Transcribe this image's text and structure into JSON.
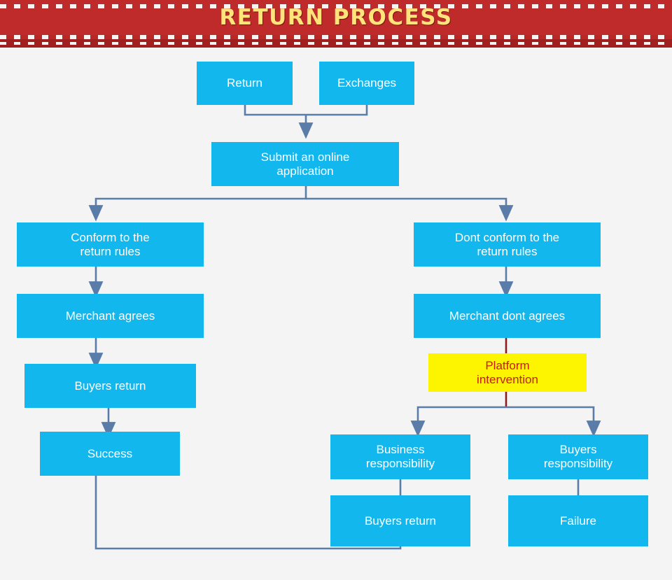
{
  "header": {
    "title": "RETURN PROCESS",
    "background_color": "#bf2b2a",
    "title_color": "#ffe47a"
  },
  "diagram": {
    "type": "flowchart",
    "node_color": "#11b7ed",
    "node_text_color": "#ffffff",
    "highlight_color": "#fdf500",
    "highlight_text_color": "#c81b1b",
    "connector_color": "#5a7ca8",
    "nodes": [
      {
        "id": "return",
        "label": "Return"
      },
      {
        "id": "exchanges",
        "label": "Exchanges"
      },
      {
        "id": "submit",
        "label": "Submit an online\napplication"
      },
      {
        "id": "conform",
        "label": "Conform to the\nreturn rules"
      },
      {
        "id": "dont-conform",
        "label": "Dont conform to the\nreturn rules"
      },
      {
        "id": "merchant-agrees",
        "label": "Merchant agrees"
      },
      {
        "id": "merchant-dont-agrees",
        "label": "Merchant dont agrees"
      },
      {
        "id": "buyers-return-left",
        "label": "Buyers return"
      },
      {
        "id": "platform",
        "label": "Platform\nintervention"
      },
      {
        "id": "success",
        "label": "Success"
      },
      {
        "id": "business-resp",
        "label": "Business\nresponsibility"
      },
      {
        "id": "buyers-resp",
        "label": "Buyers\nresponsibility"
      },
      {
        "id": "buyers-return-right",
        "label": "Buyers return"
      },
      {
        "id": "failure",
        "label": "Failure"
      }
    ]
  }
}
